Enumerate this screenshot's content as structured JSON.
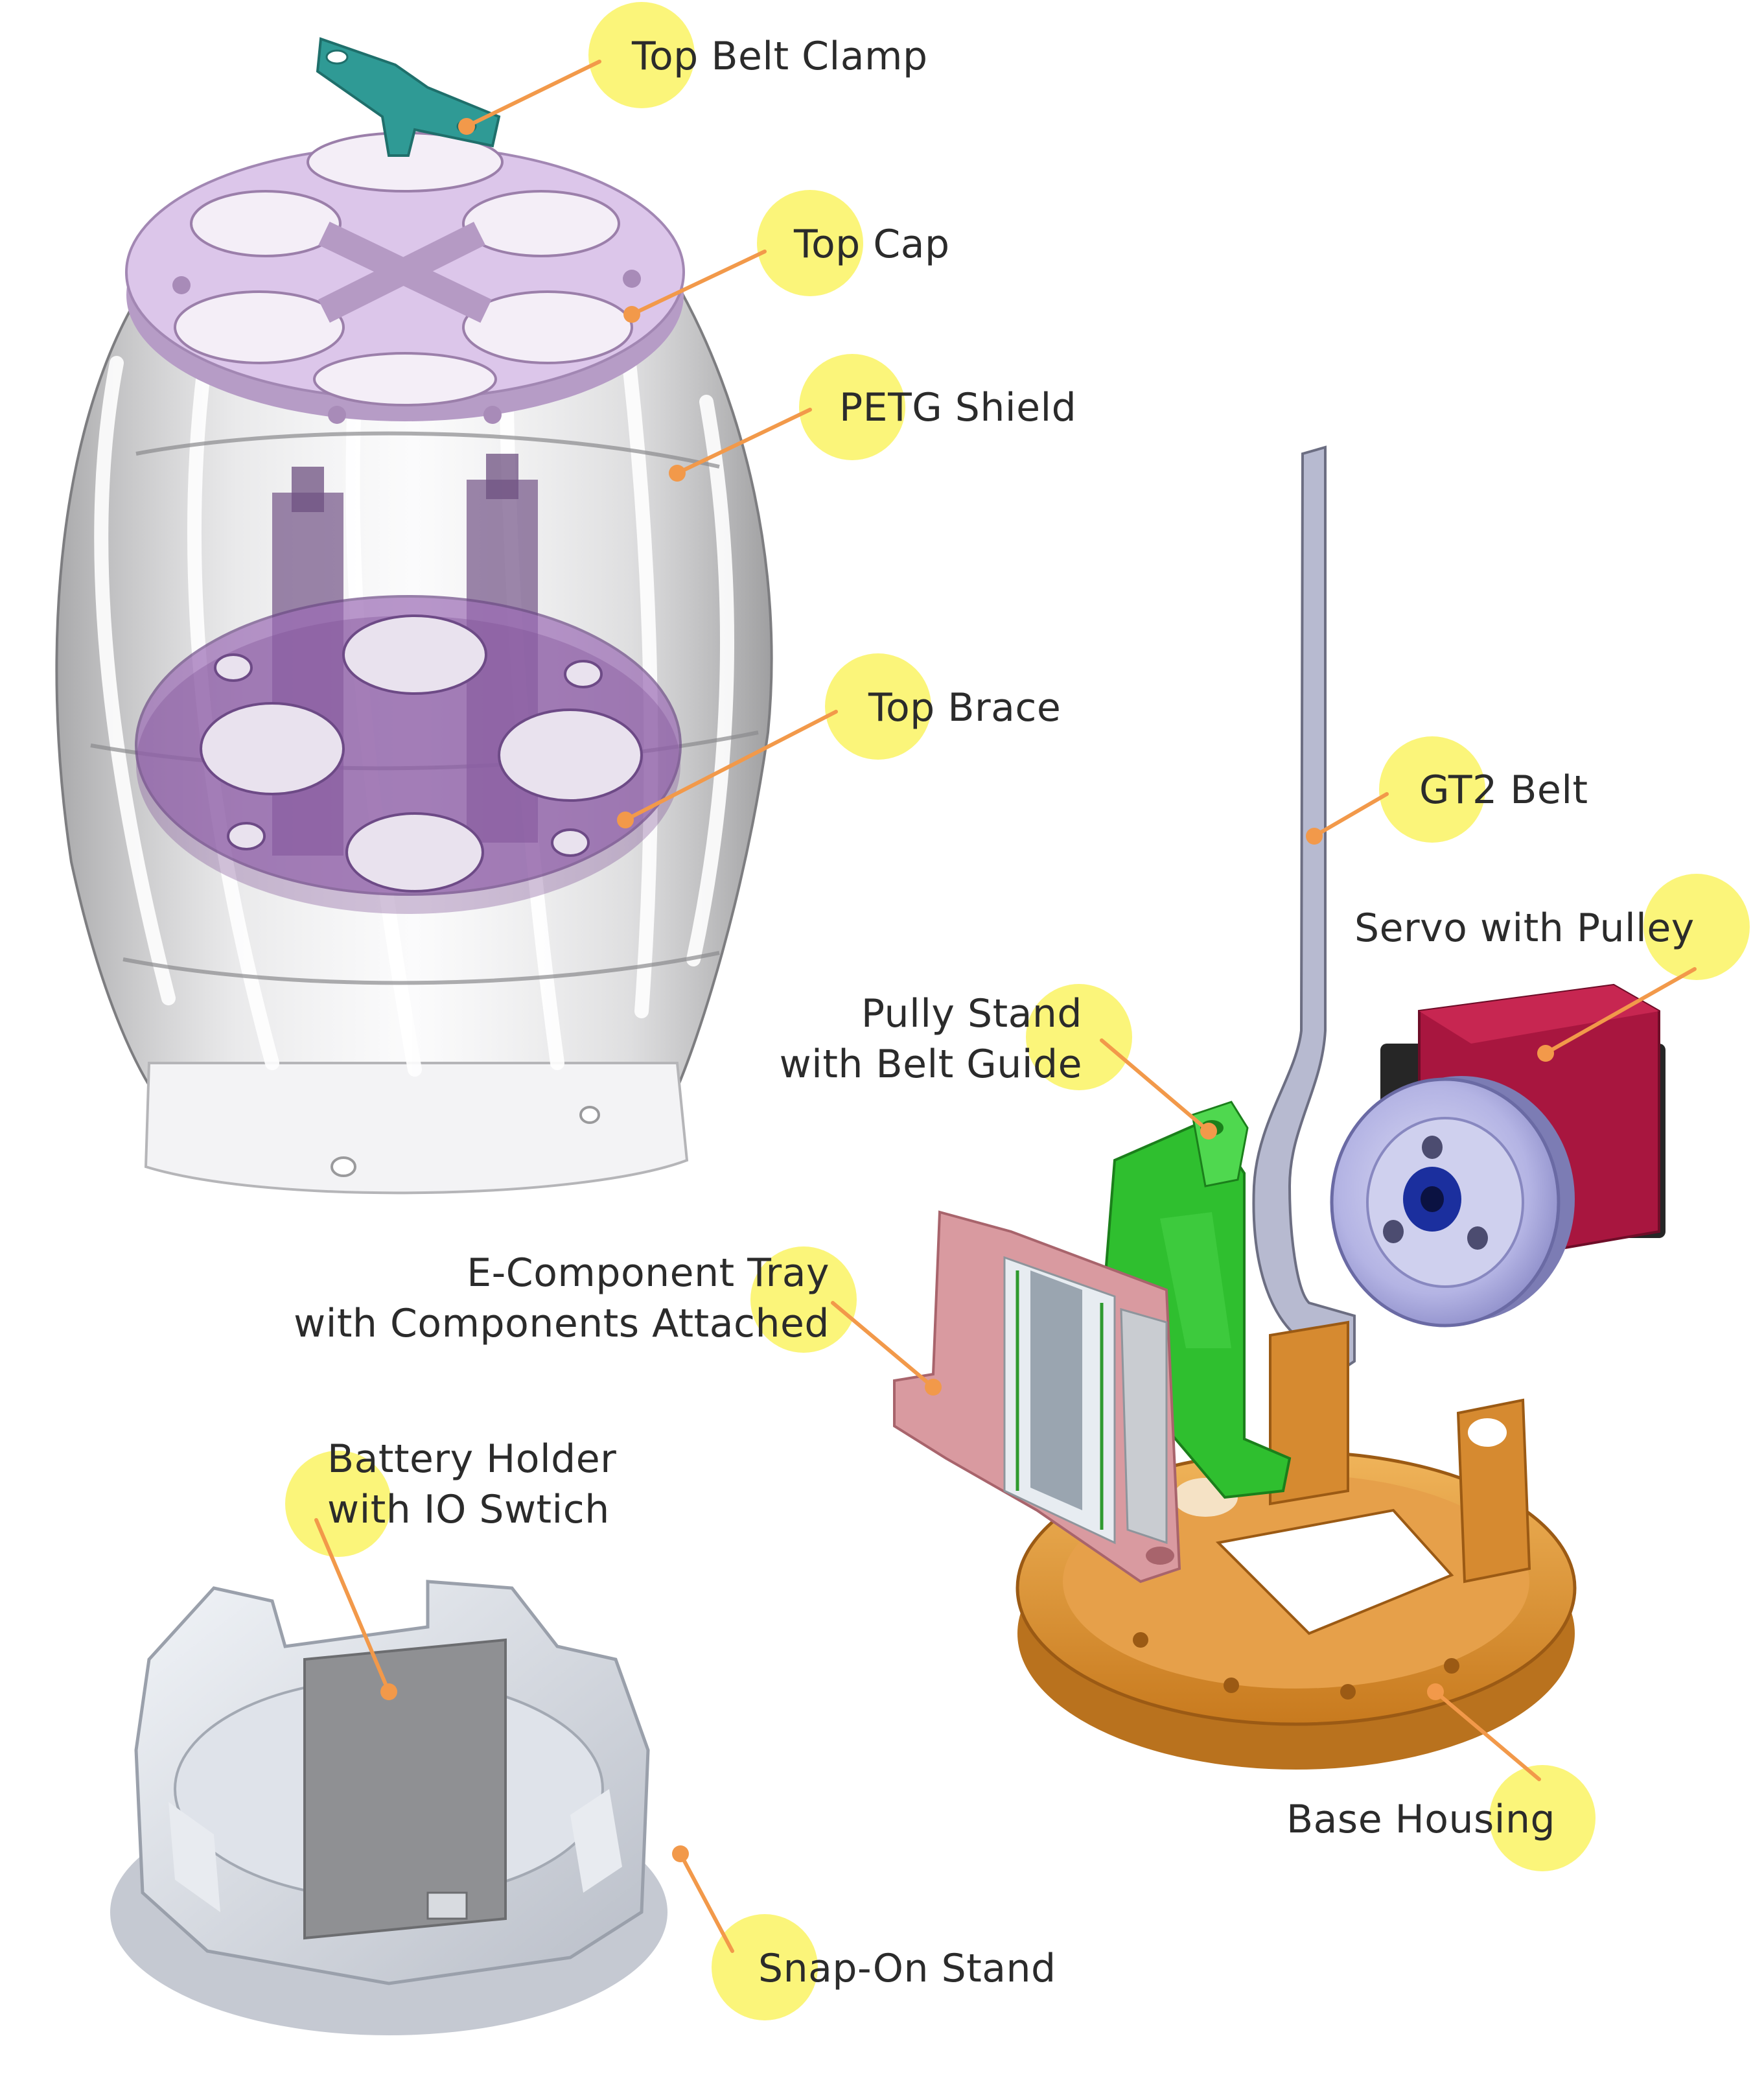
{
  "colors": {
    "highlight": "#fbf57a",
    "leader": "#f2994a",
    "top_belt_clamp": "#2f9a95",
    "top_cap": "#d9c3e8",
    "petg_shield": "#bdbdbf",
    "top_brace": "#9b6bb5",
    "gt2_belt": "#a9adc3",
    "servo_body": "#a8163f",
    "servo_pulley": "#a8a9dc",
    "pully_stand": "#2fbf2f",
    "e_component_tray": "#d99aa0",
    "base_housing": "#d98d2a",
    "battery_holder": "#d9dde6"
  },
  "labels": {
    "top_belt_clamp": "Top Belt Clamp",
    "top_cap": "Top Cap",
    "petg_shield": "PETG Shield",
    "top_brace": "Top Brace",
    "gt2_belt": "GT2 Belt",
    "servo_with_pulley": "Servo with Pulley",
    "pully_stand_line1": "Pully Stand",
    "pully_stand_line2": "with Belt Guide",
    "e_tray_line1": "E-Component Tray",
    "e_tray_line2": "with Components Attached",
    "battery_line1": "Battery Holder",
    "battery_line2": "with IO Swtich",
    "base_housing": "Base Housing",
    "snap_on_stand": "Snap-On Stand"
  }
}
